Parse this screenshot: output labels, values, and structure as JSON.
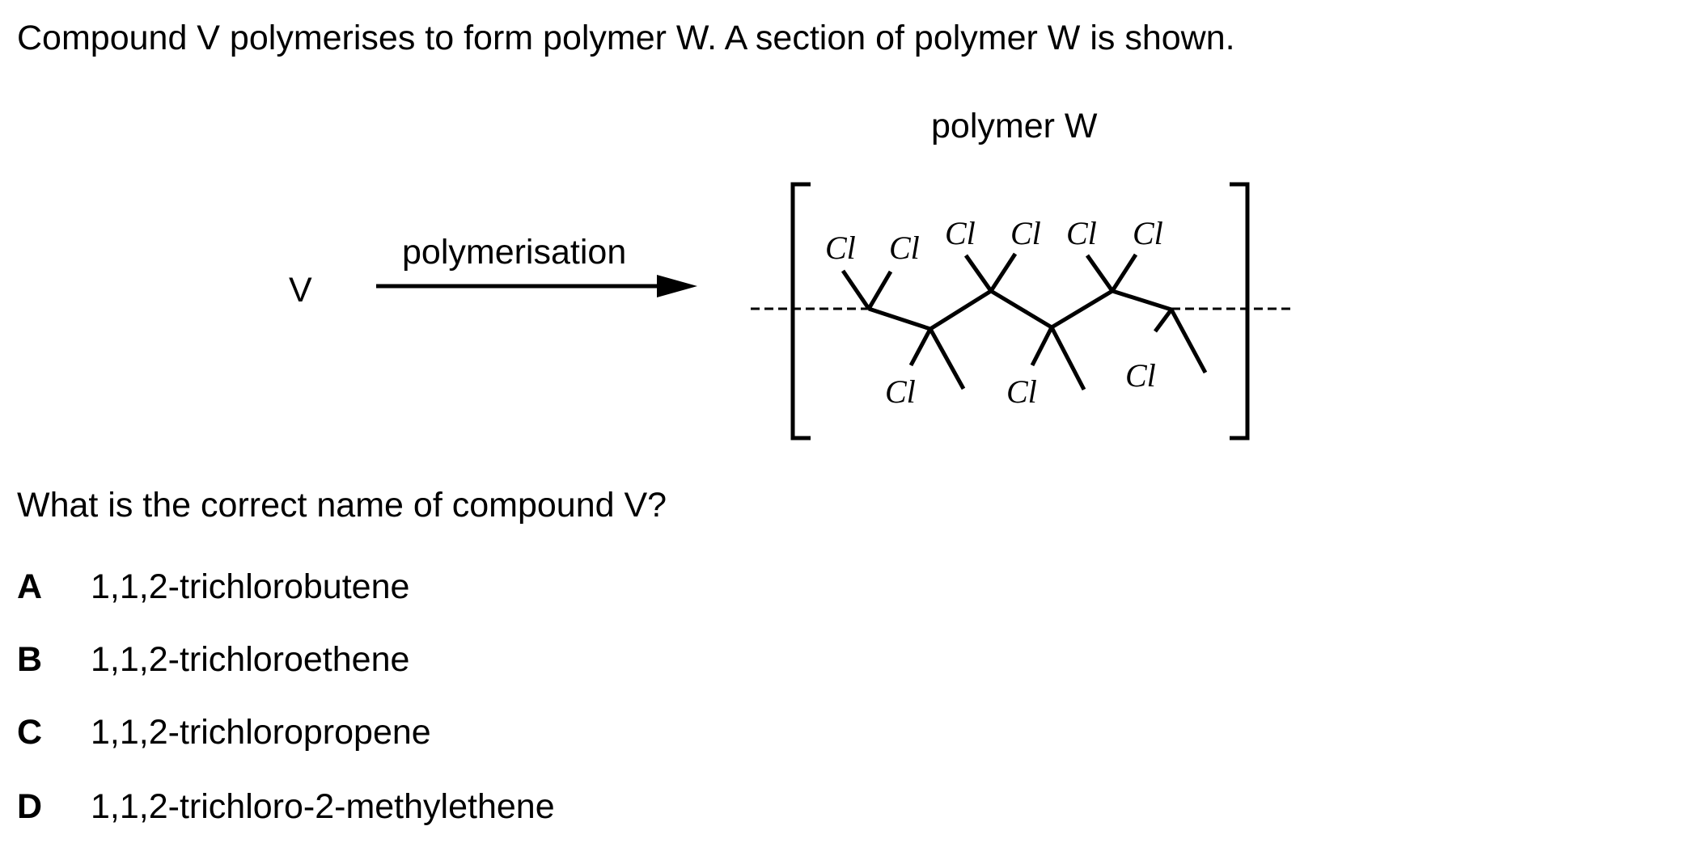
{
  "intro_text": "Compound V polymerises to form polymer W. A section of polymer W is shown.",
  "scheme": {
    "reactant": "V",
    "arrow_label": "polymerisation",
    "product_label": "polymer W",
    "chlorine_symbol": "Cl"
  },
  "question_text": "What is the correct name of compound V?",
  "options": [
    {
      "letter": "A",
      "text": "1,1,2-trichlorobutene"
    },
    {
      "letter": "B",
      "text": "1,1,2-trichloroethene"
    },
    {
      "letter": "C",
      "text": "1,1,2-trichloropropene"
    },
    {
      "letter": "D",
      "text": "1,1,2-trichloro-2-methylethene"
    }
  ],
  "colors": {
    "text": "#000000",
    "background": "#ffffff"
  }
}
